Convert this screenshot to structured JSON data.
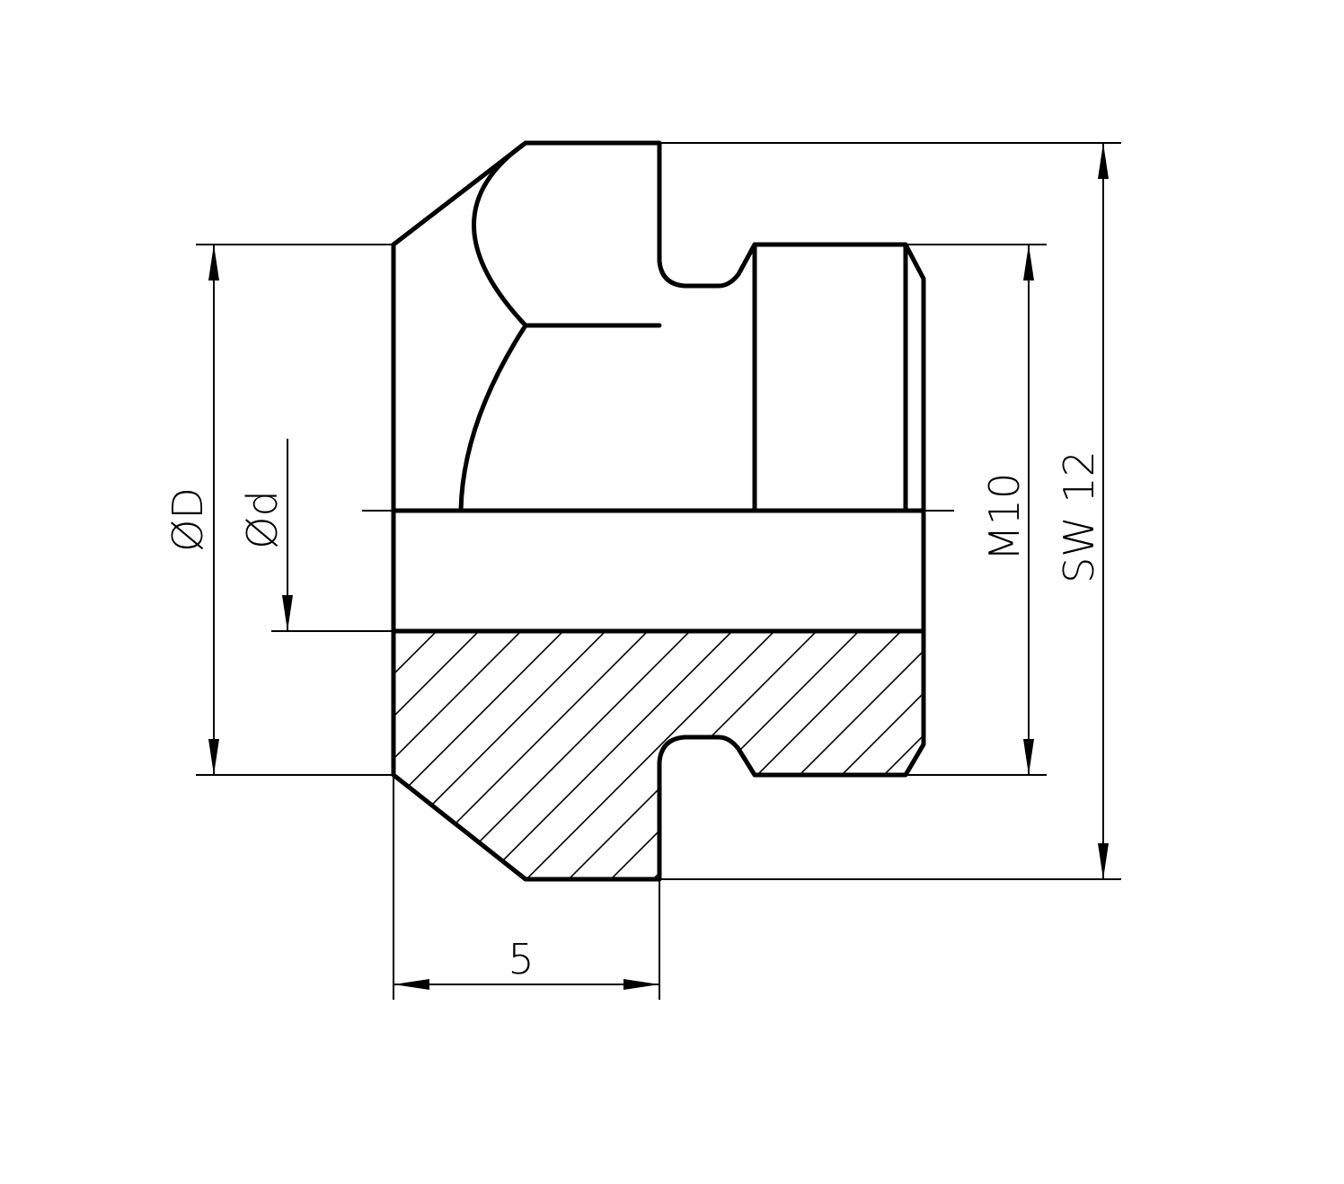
{
  "drawing": {
    "title": "Threaded plug cross-section",
    "dimensions": {
      "outer_diameter": "ØD",
      "bore_diameter": "Ød",
      "thread": "M10",
      "wrench_size": "SW 12",
      "length": "5"
    }
  }
}
